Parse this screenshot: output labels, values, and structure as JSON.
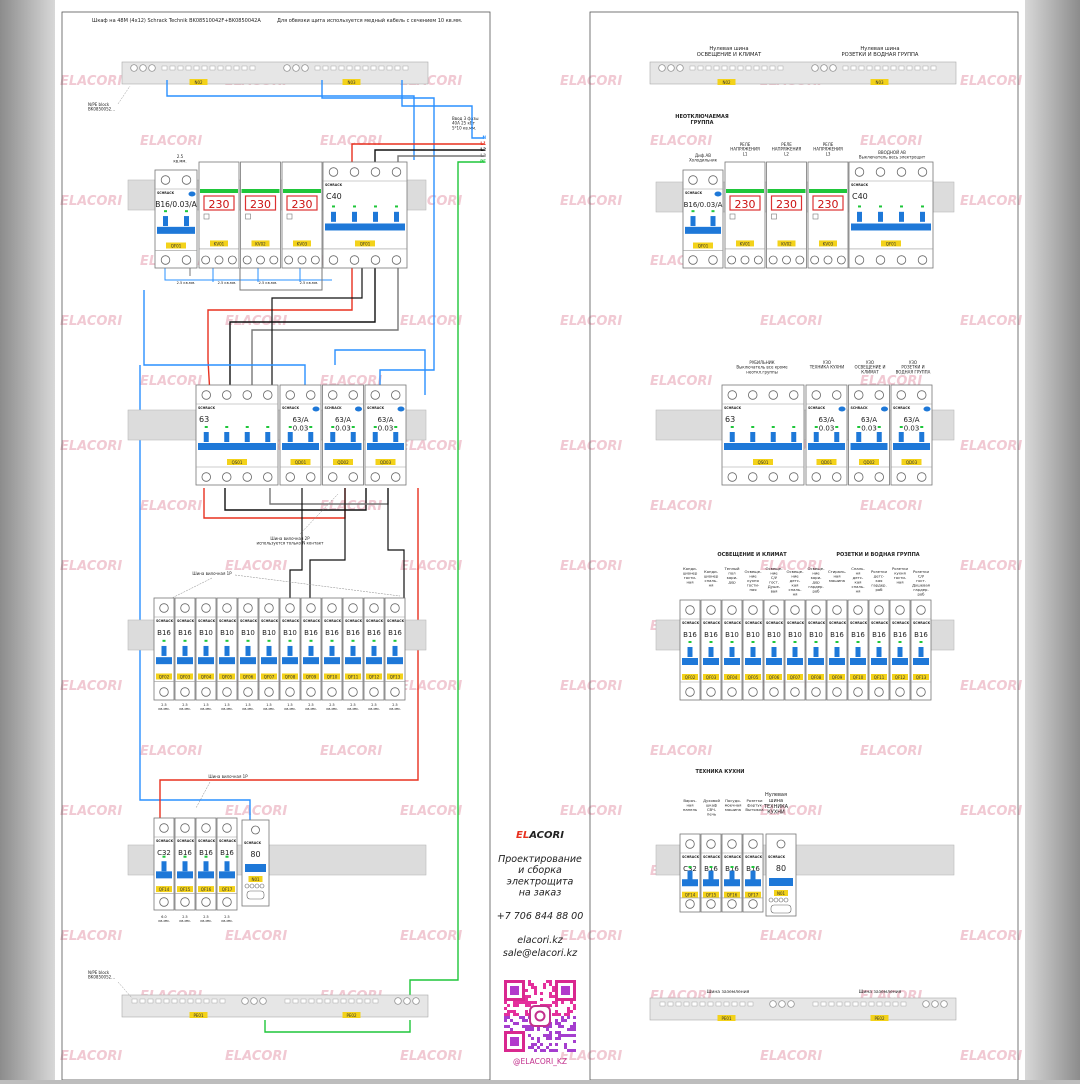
{
  "watermark": "ELACORI",
  "left": {
    "header_left": "Шкаф на 48М (4х12) Schrack Technik BK08510042F+BK0850042A",
    "header_right": "Для обвязки щита используется медный кабель с сечением 10 кв.мм.",
    "bus_n_label": "N/PE block\nBK0850052...",
    "bus_n1": "N02",
    "bus_n2": "N03",
    "input_note": "Ввод 3 фазы\n40А 25 кВт\n5*10 кв.мм.",
    "phase_labels": [
      "N",
      "L1",
      "L2",
      "L3",
      "PE"
    ],
    "row1": {
      "mcb": {
        "rating": "B16/0.03/A",
        "tag": "QF01",
        "wire": "2.5\nкв.мм."
      },
      "relays": [
        {
          "display": "230",
          "tag": "KV01"
        },
        {
          "display": "230",
          "tag": "KV02"
        },
        {
          "display": "230",
          "tag": "KV03"
        }
      ],
      "main": {
        "rating": "C40",
        "tag": "QF01"
      },
      "wires": [
        "2.5 кв.мм.",
        "2.5 кв.мм.",
        "2.5 кв.мм.",
        "2.5 кв.мм."
      ]
    },
    "row2": {
      "switch": {
        "rating": "63",
        "tag": "QS01"
      },
      "rcds": [
        {
          "rating": "63/A\n0.03",
          "tag": "QD01"
        },
        {
          "rating": "63/A\n0.03",
          "tag": "QD02"
        },
        {
          "rating": "63/A\n0.03",
          "tag": "QD03"
        }
      ],
      "bus_note": "Шина вилочная 2Р\nиспользуется только N контакт"
    },
    "row3": {
      "bus_note": "Шина вилочная 1Р",
      "breakers": [
        "B16",
        "B16",
        "B10",
        "B10",
        "B10",
        "B10",
        "B10",
        "B16",
        "B16",
        "B16",
        "B16",
        "B16"
      ],
      "tags": [
        "QF02",
        "QF03",
        "QF04",
        "QF05",
        "QF06",
        "QF07",
        "QF08",
        "QF09",
        "QF10",
        "QF11",
        "QF12",
        "QF13"
      ],
      "wires": [
        "2.5",
        "2.5",
        "1.5",
        "1.5",
        "1.5",
        "1.5",
        "1.5",
        "2.5",
        "2.5",
        "2.5",
        "2.5",
        "2.5"
      ]
    },
    "row4": {
      "bus_note": "Шина вилочная 1Р",
      "breakers": [
        "C32",
        "B16",
        "B16",
        "B16"
      ],
      "tags": [
        "QF14",
        "QF15",
        "QF16",
        "QF17"
      ],
      "wires": [
        "6.0",
        "2.5",
        "2.5",
        "2.5"
      ],
      "nbar": {
        "rating": "80",
        "tag": "N01"
      }
    },
    "bus_pe_label": "N/PE block\nBK0850052...",
    "bus_pe1": "PE01",
    "bus_pe2": "PE02"
  },
  "center": {
    "brand": "ELACORI",
    "tagline": "Проектирование\nи сборка\nэлектрощита\nна заказ",
    "phone": "+7 706 844 88 00",
    "site": "elacori.kz",
    "email": "sale@elacori.kz",
    "handle": "@ELACORI_KZ"
  },
  "right": {
    "bus1_title": "Нулевая шина\nОСВЕЩЕНИЕ И КЛИМАТ",
    "bus2_title": "Нулевая шина\nРОЗЕТКИ И ВОДНАЯ ГРУППА",
    "bus_n1": "N02",
    "bus_n2": "N03",
    "group_title": "НЕОТКЛЮЧАЕМАЯ\nГРУППА",
    "row1_labels": [
      "Диф.АВ\nХолодильник",
      "РЕЛЕ\nНАПРЯЖЕНИЯ\nL1",
      "РЕЛЕ\nНАПРЯЖЕНИЯ\nL2",
      "РЕЛЕ\nНАПРЯЖЕНИЯ\nL3",
      "ВВОДНОЙ АВ\nВыключатель весь электрощит"
    ],
    "row2_labels": [
      "РУБИЛЬНИК\nВыключатель все кроме\nнеоткл.группы",
      "УЗО\nТЕХНИКА КУХНИ",
      "УЗО\nОСВЕЩЕНИЕ И\nКЛИМАТ",
      "УЗО\nРОЗЕТКИ И\nВОДНАЯ ГРУППА"
    ],
    "row3_title1": "ОСВЕЩЕНИЕ И КЛИМАТ",
    "row3_title2": "РОЗЕТКИ И ВОДНАЯ ГРУППА",
    "row3_labels": [
      "Конди-\nционер\nгости-\nная",
      "Конди-\nционер\nспаль-\nня",
      "Теплый\nпол\nкори-\nдор",
      "Освеще-\nние\nкухня\nгости-\nная",
      "Освеще-\nние\nС/У\nгост.\nДуше-\nвая",
      "Освеще-\nние\nдетс-\nкая\nспаль-\nня",
      "Освеще-\nние\nкори-\nдор\nгардер.\nроб",
      "Стираль-\nная\nмашина",
      "Спаль-\nня\nдетс-\nкая\nспаль-\nня",
      "Розетки\nдетс-\nкая\nгардер.\nроб",
      "Розетки\nкухня\nгости-\nная",
      "Розетки\nС/У\nгост.\nДушевая\nгардер.\nроб"
    ],
    "row4_title": "ТЕХНИКА КУХНИ",
    "row4_labels": [
      "Варoч-\nная\nпанель",
      "Духовой\nшкаф\nСВЧ-\nпечь",
      "Посудо-\nмоечная\nмашина",
      "Розетки\nфартук\nВытяжка",
      "Нулевая\nшина\nТЕХНИКА\nКУХНИ"
    ],
    "pe_bus1_title": "Шина заземления",
    "pe_bus2_title": "Шина заземления",
    "bus_pe1": "PE01",
    "bus_pe2": "PE02"
  }
}
